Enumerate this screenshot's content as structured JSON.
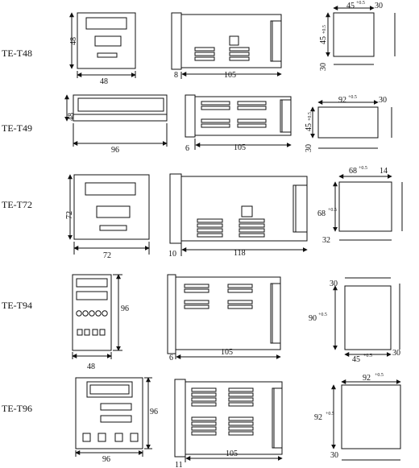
{
  "models": [
    {
      "name": "TE-T48",
      "front": {
        "width": "48",
        "height": "48"
      },
      "side": {
        "depth": "105",
        "bezel": "8"
      },
      "cutout": {
        "width": "45",
        "width_tol": "+0.5",
        "height": "45",
        "height_tol": "+0.5",
        "spacing_x": "30",
        "spacing_y": "30"
      }
    },
    {
      "name": "TE-T49",
      "front": {
        "width": "96",
        "height": "48"
      },
      "side": {
        "depth": "105",
        "bezel": "6"
      },
      "cutout": {
        "width": "92",
        "width_tol": "+0.5",
        "height": "45",
        "height_tol": "+0.5",
        "spacing_x": "30",
        "spacing_y": "30"
      }
    },
    {
      "name": "TE-T72",
      "front": {
        "width": "72",
        "height": "72"
      },
      "side": {
        "depth": "118",
        "bezel": "10"
      },
      "cutout": {
        "width": "68",
        "width_tol": "+0.5",
        "height": "68",
        "height_tol": "+0.5",
        "spacing_x": "14",
        "spacing_y": "32"
      }
    },
    {
      "name": "TE-T94",
      "front": {
        "width": "48",
        "height": "96"
      },
      "side": {
        "depth": "105",
        "bezel": "6"
      },
      "cutout": {
        "width": "45",
        "width_tol": "+0.5",
        "height": "90",
        "height_tol": "+0.5",
        "spacing_x": "30",
        "spacing_y": "30"
      }
    },
    {
      "name": "TE-T96",
      "front": {
        "width": "96",
        "height": "96"
      },
      "side": {
        "depth": "105",
        "bezel": "11"
      },
      "cutout": {
        "width": "92",
        "width_tol": "+0.5",
        "height": "92",
        "height_tol": "+0.5",
        "spacing_x": "",
        "spacing_y": "30"
      }
    }
  ]
}
